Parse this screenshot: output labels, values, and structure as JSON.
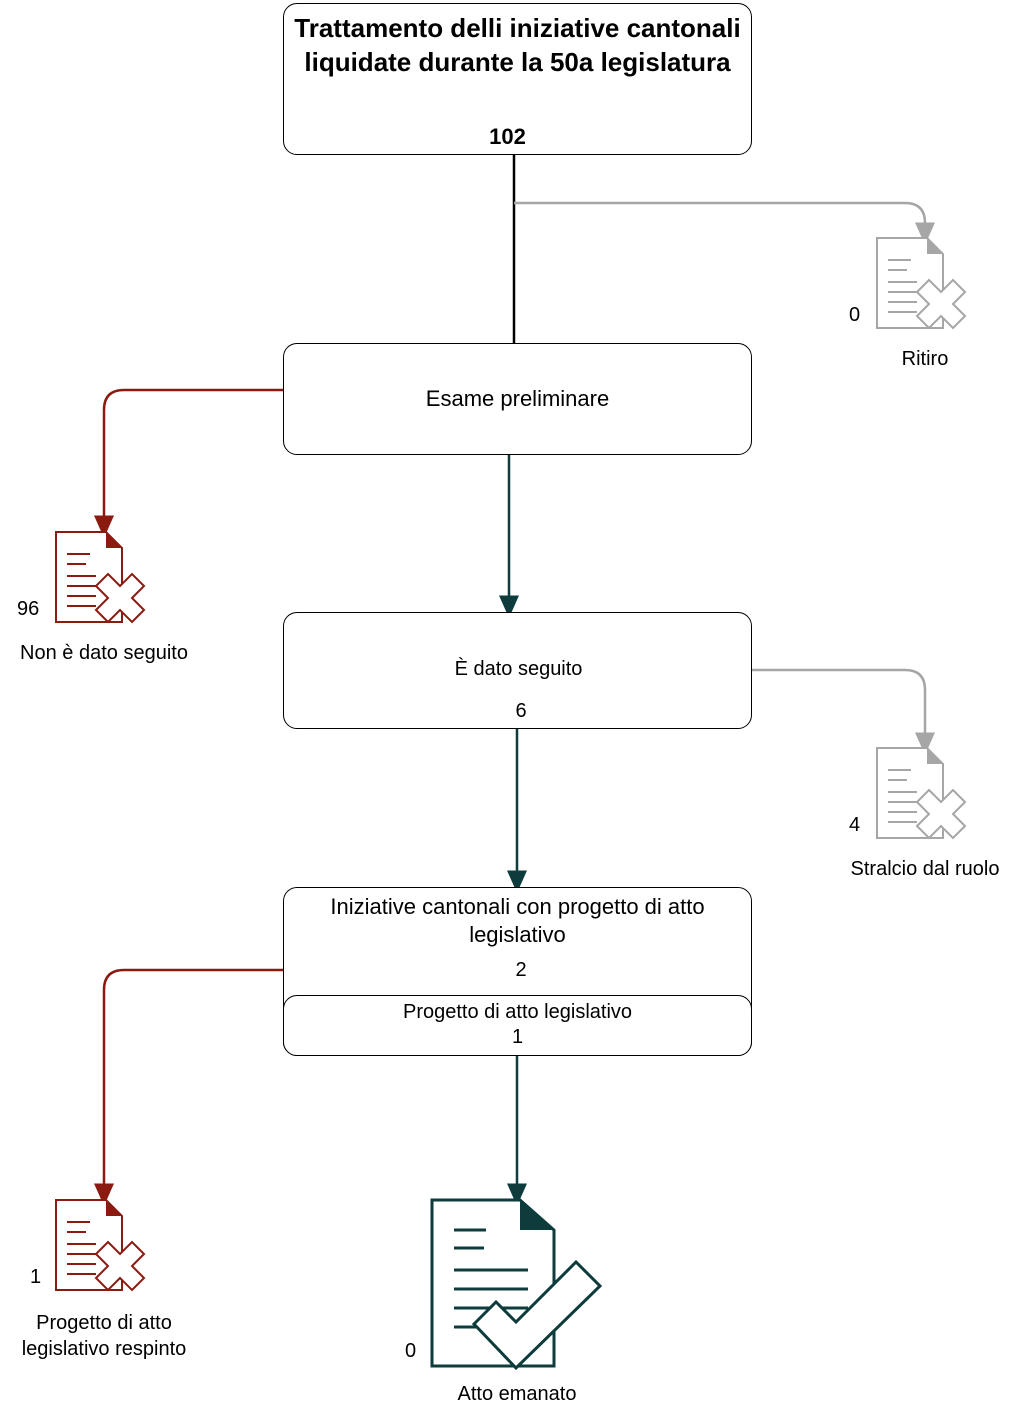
{
  "diagram": {
    "title": "Trattamento delli iniziative cantonali liquidate durante la 50a legislatura",
    "total": "102",
    "steps": {
      "preliminary": {
        "label": "Esame preliminare"
      },
      "followed": {
        "label": "È dato seguito",
        "count": "6"
      },
      "with_project": {
        "label": "Iniziative cantonali con progetto di atto legislativo",
        "count": "2"
      },
      "project": {
        "label": "Progetto di atto legislativo",
        "count": "1"
      }
    },
    "outcomes": {
      "withdrawn": {
        "label": "Ritiro",
        "count": "0"
      },
      "not_followed": {
        "label": "Non è dato seguito",
        "count": "96"
      },
      "removed": {
        "label": "Stralcio dal ruolo",
        "count": "4"
      },
      "rejected": {
        "label": "Progetto di atto\nlegislativo respinto",
        "count": "1"
      },
      "enacted": {
        "label": "Atto emanato",
        "count": "0"
      }
    },
    "colors": {
      "grey": "#a6a6a6",
      "red": "#8b1a10",
      "teal": "#0e3b3c",
      "black": "#000000"
    },
    "icons": {
      "rejected_doc": "document-cross-icon",
      "enacted_doc": "document-check-icon"
    }
  }
}
